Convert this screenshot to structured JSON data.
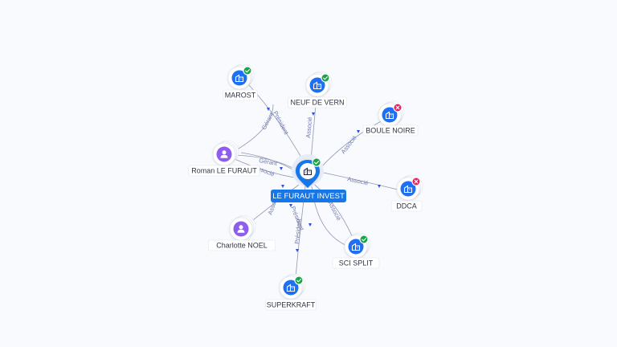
{
  "colors": {
    "company": "#1e6ff2",
    "person": "#8f5cf0",
    "active": "#1aa34a",
    "inactive": "#e0245e",
    "edge": "#8f98b4",
    "edge_label": "#6e78ad",
    "center": "#1677e8"
  },
  "center": {
    "label": "LE FURAUT INVEST",
    "icon": "building-icon",
    "status": "active"
  },
  "nodes": [
    {
      "id": "marost",
      "label": "MAROST",
      "kind": "company",
      "status": "active"
    },
    {
      "id": "neuf",
      "label": "NEUF DE VERN",
      "kind": "company",
      "status": "active"
    },
    {
      "id": "boule",
      "label": "BOULE NOIRE",
      "kind": "company",
      "status": "inactive"
    },
    {
      "id": "ddca",
      "label": "DDCA",
      "kind": "company",
      "status": "inactive"
    },
    {
      "id": "scisplit",
      "label": "SCI SPLIT",
      "kind": "company",
      "status": "active"
    },
    {
      "id": "superkraft",
      "label": "SUPERKRAFT",
      "kind": "company",
      "status": "active"
    },
    {
      "id": "roman",
      "label": "Roman LE FURAUT",
      "kind": "person"
    },
    {
      "id": "charlotte",
      "label": "Charlotte NOEL",
      "kind": "person"
    }
  ],
  "edge_labels": {
    "president_marost": "Président",
    "gerant_marost": "Gérant",
    "associe_neuf": "Associé",
    "associe_boule": "Associé",
    "associe_ddca": "Associé",
    "associe_split": "Associé",
    "president_superkraft": "Président",
    "gerant_roman": "Gérant",
    "associe_roman": "Associé",
    "associe_charlotte": "Associé",
    "president_center": "Président"
  }
}
